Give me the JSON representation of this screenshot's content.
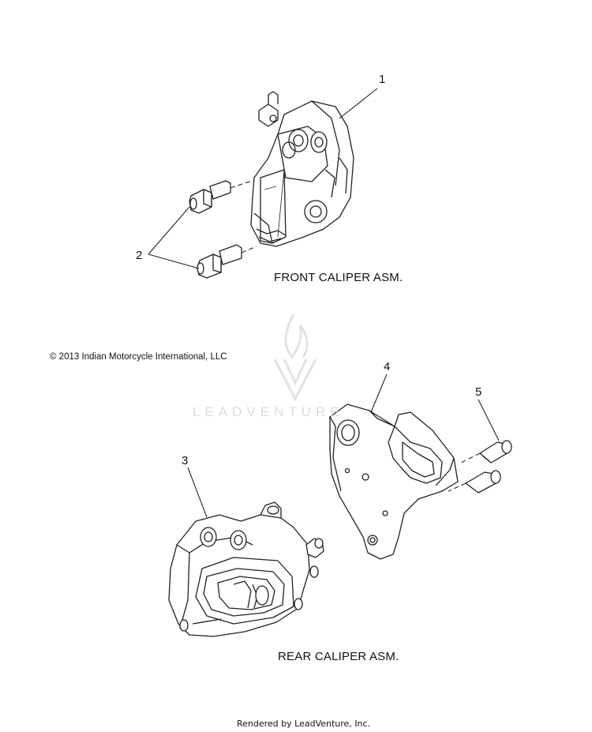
{
  "watermark": {
    "brand": "LEADVENTURE"
  },
  "callouts": [
    {
      "id": "1",
      "label": "1"
    },
    {
      "id": "2",
      "label": "2"
    },
    {
      "id": "3",
      "label": "3"
    },
    {
      "id": "4",
      "label": "4"
    },
    {
      "id": "5",
      "label": "5"
    }
  ],
  "assemblies": {
    "front": "FRONT CALIPER ASM.",
    "rear": "REAR CALIPER ASM."
  },
  "copyright": "© 2013 Indian Motorcycle International, LLC",
  "footer": "Rendered by LeadVenture, Inc."
}
